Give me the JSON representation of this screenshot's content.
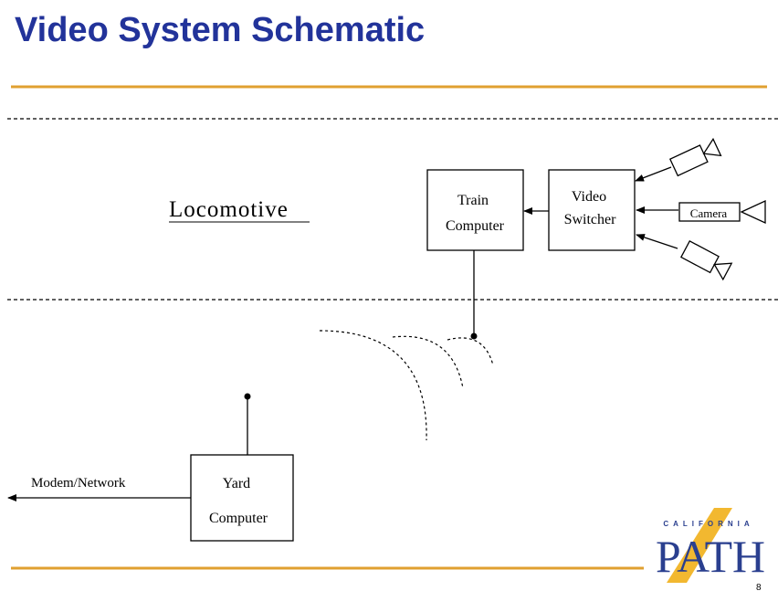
{
  "slide": {
    "title": "Video System Schematic",
    "locomotive_label": "Locomotive",
    "train_computer": [
      "Train",
      "Computer"
    ],
    "video_switcher": [
      "Video",
      "Switcher"
    ],
    "camera_label": "Camera",
    "yard_computer": [
      "Yard",
      "Computer"
    ],
    "modem_label": "Modem/Network",
    "logo": {
      "top_text": "CALIFORNIA",
      "main_text": "PATH"
    },
    "page_number": "8"
  },
  "colors": {
    "title": "#22339a",
    "rule": "#e0a030",
    "logo_blue": "#2a3f8f",
    "logo_gold": "#f2b830"
  }
}
